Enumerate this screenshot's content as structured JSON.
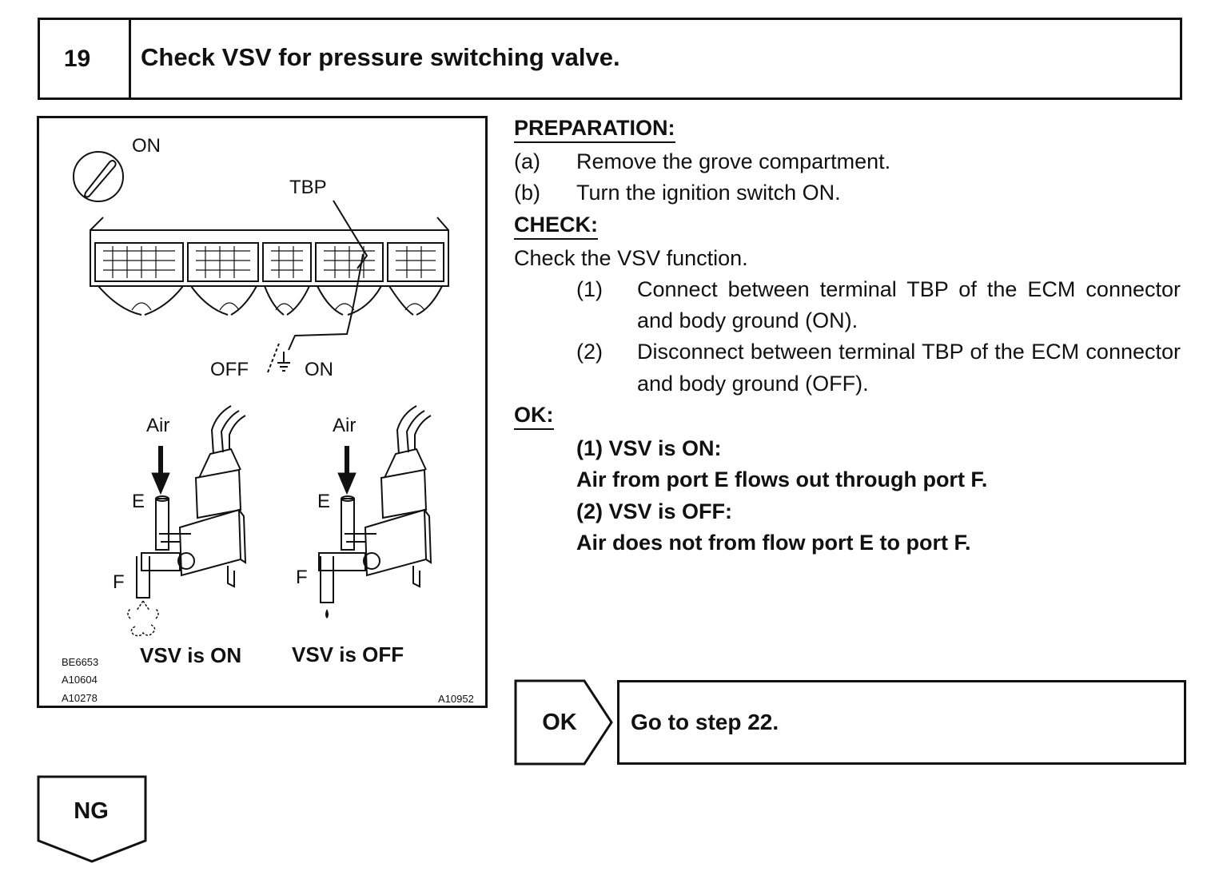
{
  "step": {
    "number": "19",
    "title": "Check VSV for pressure switching valve."
  },
  "figure": {
    "labels": {
      "ignition_on": "ON",
      "terminal": "TBP",
      "switch_off": "OFF",
      "switch_on": "ON",
      "air_left": "Air",
      "air_right": "Air",
      "port_e_left": "E",
      "port_f_left": "F",
      "port_e_right": "E",
      "port_f_right": "F",
      "caption_on": "VSV is ON",
      "caption_off": "VSV is OFF",
      "code_1": "BE6653",
      "code_2": "A10604",
      "code_3": "A10278",
      "code_4": "A10952"
    }
  },
  "preparation": {
    "heading": "PREPARATION:",
    "items": [
      {
        "label": "(a)",
        "text": "Remove the grove compartment."
      },
      {
        "label": "(b)",
        "text": "Turn the ignition switch ON."
      }
    ]
  },
  "check": {
    "heading": "CHECK:",
    "intro": "Check the VSV function.",
    "items": [
      {
        "label": "(1)",
        "text": "Connect between terminal TBP of the ECM connector and body ground (ON)."
      },
      {
        "label": "(2)",
        "text": "Disconnect between terminal TBP of the ECM connector and body ground (OFF)."
      }
    ]
  },
  "ok": {
    "heading": "OK:",
    "lines": [
      "(1) VSV is ON:",
      "Air from port E flows out through port F.",
      "(2) VSV is OFF:",
      "Air does not from flow port E to port F."
    ]
  },
  "result_ok": {
    "label": "OK",
    "action": "Go to step 22."
  },
  "result_ng": {
    "label": "NG"
  }
}
